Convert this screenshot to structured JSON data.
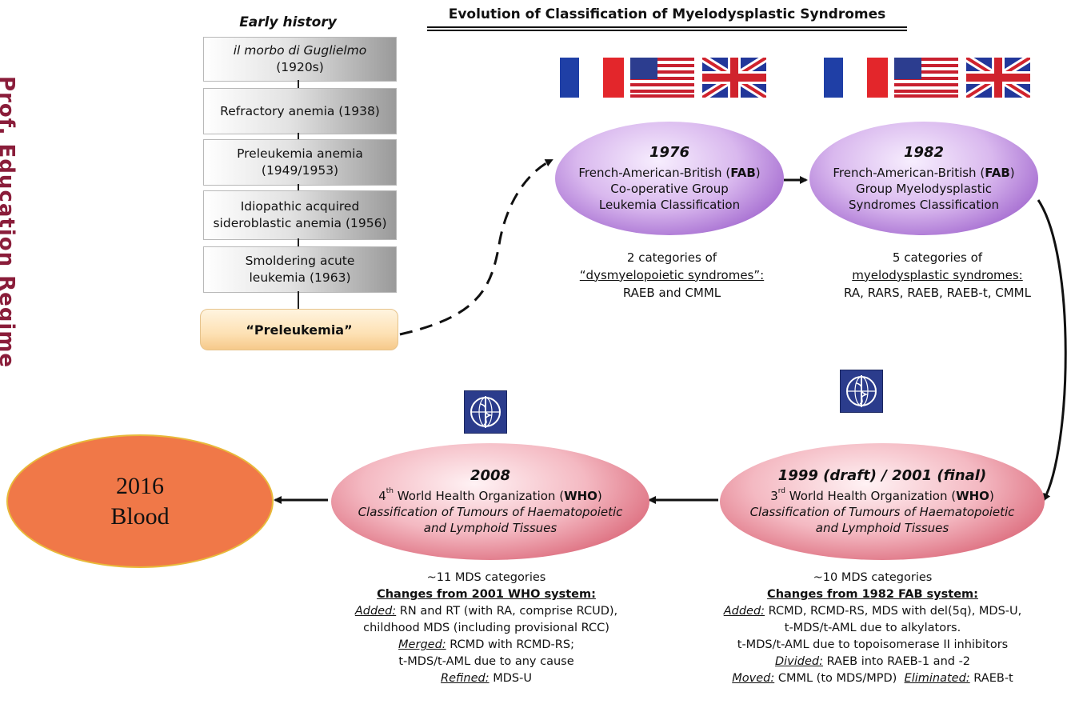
{
  "side_label": "Prof. Education Regime",
  "early_history": {
    "title": "Early history",
    "boxes": [
      {
        "line1": "il morbo di Guglielmo",
        "line2": "(1920s)"
      },
      {
        "line1": "Refractory anemia (1938)",
        "line2": ""
      },
      {
        "line1": "Preleukemia anemia",
        "line2": "(1949/1953)"
      },
      {
        "line1": "Idiopathic acquired",
        "line2": "sideroblastic anemia (1956)"
      },
      {
        "line1": "Smoldering acute",
        "line2": "leukemia (1963)"
      }
    ],
    "final": "“Preleukemia”"
  },
  "main_title": "Evolution of Classification of Myelodysplastic Syndromes",
  "fab1976": {
    "year": "1976",
    "line1a": "French-American-British (",
    "line1b": "FAB",
    "line1c": ")",
    "line2": "Co-operative Group",
    "line3": "Leukemia Classification",
    "cat1": "2 categories of",
    "cat2": "“dysmyelopoietic syndromes”:",
    "cat3": "RAEB and CMML"
  },
  "fab1982": {
    "year": "1982",
    "line1a": "French-American-British (",
    "line1b": "FAB",
    "line1c": ")",
    "line2": "Group Myelodysplastic",
    "line3": "Syndromes Classification",
    "cat1": "5 categories of",
    "cat2": "myelodysplastic syndromes:",
    "cat3": "RA, RARS, RAEB, RAEB-t, CMML"
  },
  "who2001": {
    "year": "1999 (draft) / 2001 (final)",
    "ord": "3",
    "ord_sup": "rd",
    "line1a": " World Health Organization (",
    "line1b": "WHO",
    "line1c": ")",
    "line2": "Classification of Tumours of Haematopoietic",
    "line3": "and Lymphoid Tissues",
    "count": "~10 MDS categories",
    "changes_title": "Changes from 1982 FAB system:",
    "added_label": "Added:",
    "added_text": " RCMD, RCMD-RS, MDS with del(5q), MDS-U,",
    "line_b": "t-MDS/t-AML due to alkylators.",
    "line_c": "t-MDS/t-AML due to topoisomerase II inhibitors",
    "divided_label": "Divided:",
    "divided_text": " RAEB into RAEB-1 and -2",
    "moved_label": "Moved:",
    "moved_text": " CMML (to MDS/MPD)  ",
    "eliminated_label": "Eliminated:",
    "eliminated_text": " RAEB-t"
  },
  "who2008": {
    "year": "2008",
    "ord": "4",
    "ord_sup": "th",
    "line1a": " World Health Organization (",
    "line1b": "WHO",
    "line1c": ")",
    "line2": "Classification of Tumours of Haematopoietic",
    "line3": "and Lymphoid Tissues",
    "count": "~11 MDS categories",
    "changes_title": "Changes from 2001 WHO system:",
    "added_label": "Added:",
    "added_text": "  RN and RT (with RA, comprise RCUD),",
    "line_b": "childhood MDS (including provisional RCC)",
    "merged_label": "Merged:",
    "merged_text": " RCMD with RCMD-RS;",
    "line_d": "t-MDS/t-AML due to any cause",
    "refined_label": "Refined:",
    "refined_text": " MDS-U"
  },
  "blood2016": {
    "line1": "2016",
    "line2": "Blood"
  },
  "icons": [
    "flag-france-icon",
    "flag-usa-icon",
    "flag-uk-icon",
    "who-emblem-icon"
  ],
  "colors": {
    "purple": "#a46bd0",
    "red": "#dc6b7c",
    "blood": "#f07848",
    "prel": "#fde1b4"
  }
}
